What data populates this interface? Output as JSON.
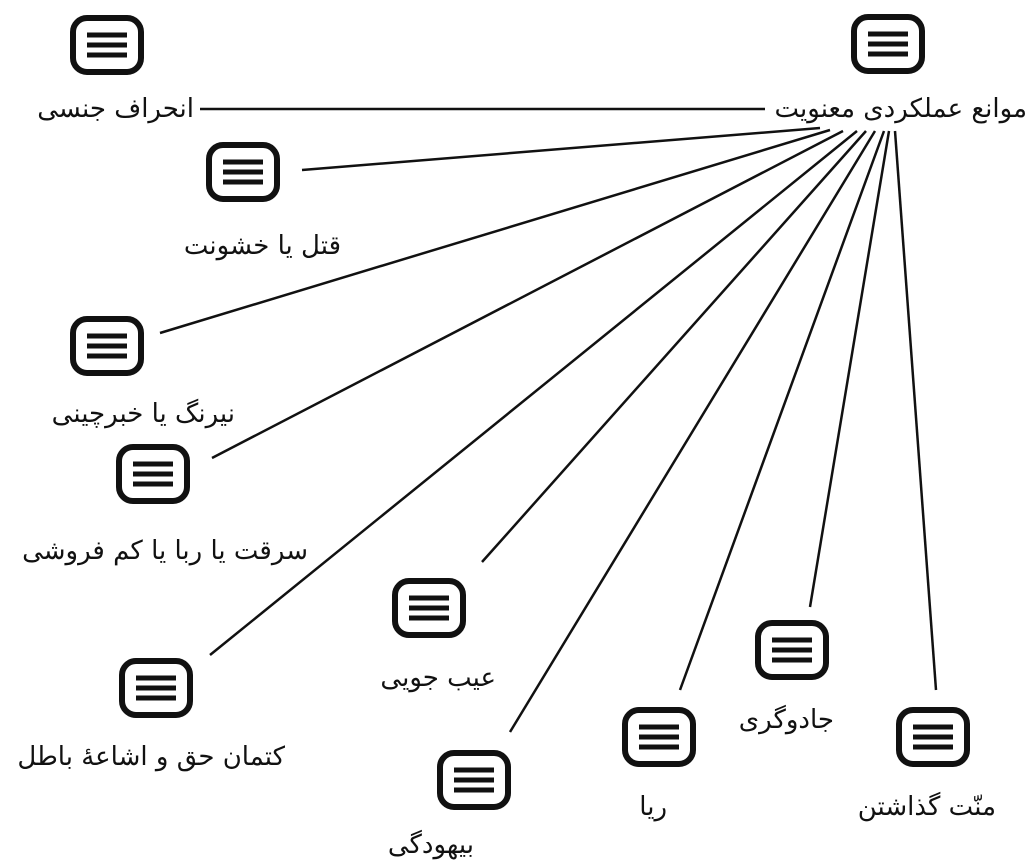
{
  "diagram": {
    "root": {
      "label": "موانع عملکردی معنویت",
      "icon": "document-list-icon"
    },
    "children": [
      {
        "id": "deviance",
        "label": "انحراف جنسی",
        "icon": "document-list-icon"
      },
      {
        "id": "murder",
        "label": "قتل یا خشونت",
        "icon": "document-list-icon"
      },
      {
        "id": "deceit",
        "label": "نیرنگ یا خبرچینی",
        "icon": "document-list-icon"
      },
      {
        "id": "theft",
        "label": "سرقت یا ربا یا کم فروشی",
        "icon": "document-list-icon"
      },
      {
        "id": "fault",
        "label": "عیب جویی",
        "icon": "document-list-icon"
      },
      {
        "id": "conceal",
        "label": "کتمان حق و اشاعۀ باطل",
        "icon": "document-list-icon"
      },
      {
        "id": "futility",
        "label": "بیهودگی",
        "icon": "document-list-icon"
      },
      {
        "id": "hypocrisy",
        "label": "ریا",
        "icon": "document-list-icon"
      },
      {
        "id": "sorcery",
        "label": "جادوگری",
        "icon": "document-list-icon"
      },
      {
        "id": "reproach",
        "label": "منّت گذاشتن",
        "icon": "document-list-icon"
      }
    ],
    "colors": {
      "stroke": "#111111",
      "background": "#ffffff"
    }
  }
}
